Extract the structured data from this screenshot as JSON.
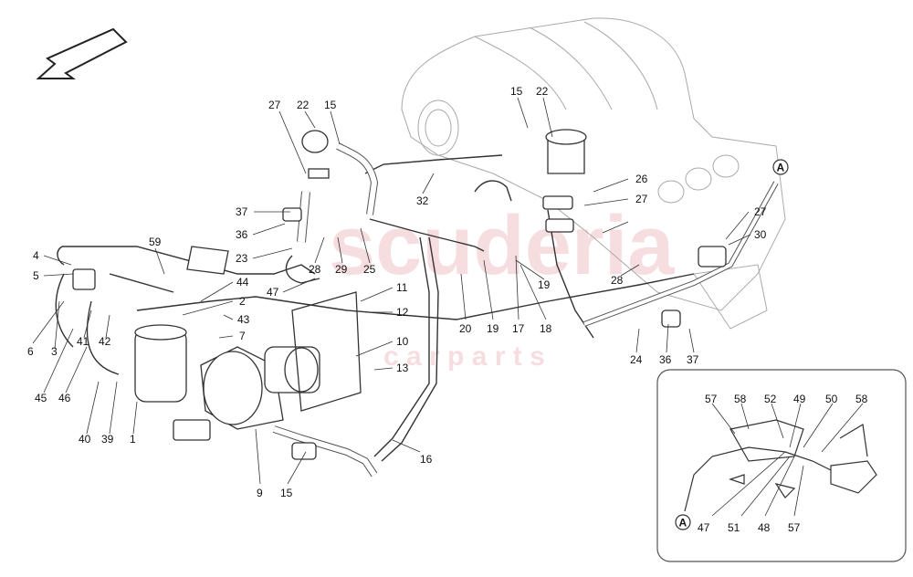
{
  "watermark": {
    "brand": "scuderia",
    "sub": "c a r p a r t s"
  },
  "connector_marker": "A",
  "labels": [
    "27",
    "22",
    "15",
    "15",
    "22",
    "37",
    "36",
    "23",
    "28",
    "29",
    "25",
    "32",
    "26",
    "27",
    "27",
    "30",
    "4",
    "5",
    "59",
    "44",
    "2",
    "43",
    "7",
    "47",
    "11",
    "12",
    "10",
    "13",
    "20",
    "19",
    "17",
    "18",
    "19",
    "28",
    "6",
    "3",
    "41",
    "42",
    "45",
    "46",
    "40",
    "39",
    "1",
    "9",
    "15",
    "16",
    "24",
    "36",
    "37",
    "57",
    "58",
    "52",
    "49",
    "50",
    "58",
    "47",
    "51",
    "48",
    "57"
  ],
  "colors": {
    "line": "#333333",
    "faint": "#9a9a9a",
    "watermark": "#e8a3a8"
  }
}
